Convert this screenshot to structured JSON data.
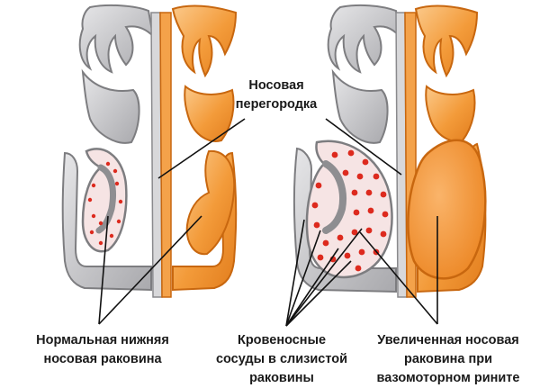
{
  "labels": {
    "septum": [
      "Носовая",
      "перегородка"
    ],
    "normal": [
      "Нормальная нижняя",
      "носовая раковина"
    ],
    "vessels": [
      "Кровеносные",
      "сосуды в слизистой",
      "раковины"
    ],
    "enlarged": [
      "Увеличенная носовая",
      "раковина при",
      "вазомоторном рините"
    ]
  },
  "colors": {
    "gray_tissue": "#c9c9cc",
    "gray_outline": "#7d7d80",
    "orange_tissue": "#f39b3a",
    "orange_light": "#f8c07a",
    "orange_outline": "#c8670f",
    "blood_vessel": "#dd2a1e",
    "mucosa_pink": "#f6e4e4",
    "line": "#111111"
  }
}
